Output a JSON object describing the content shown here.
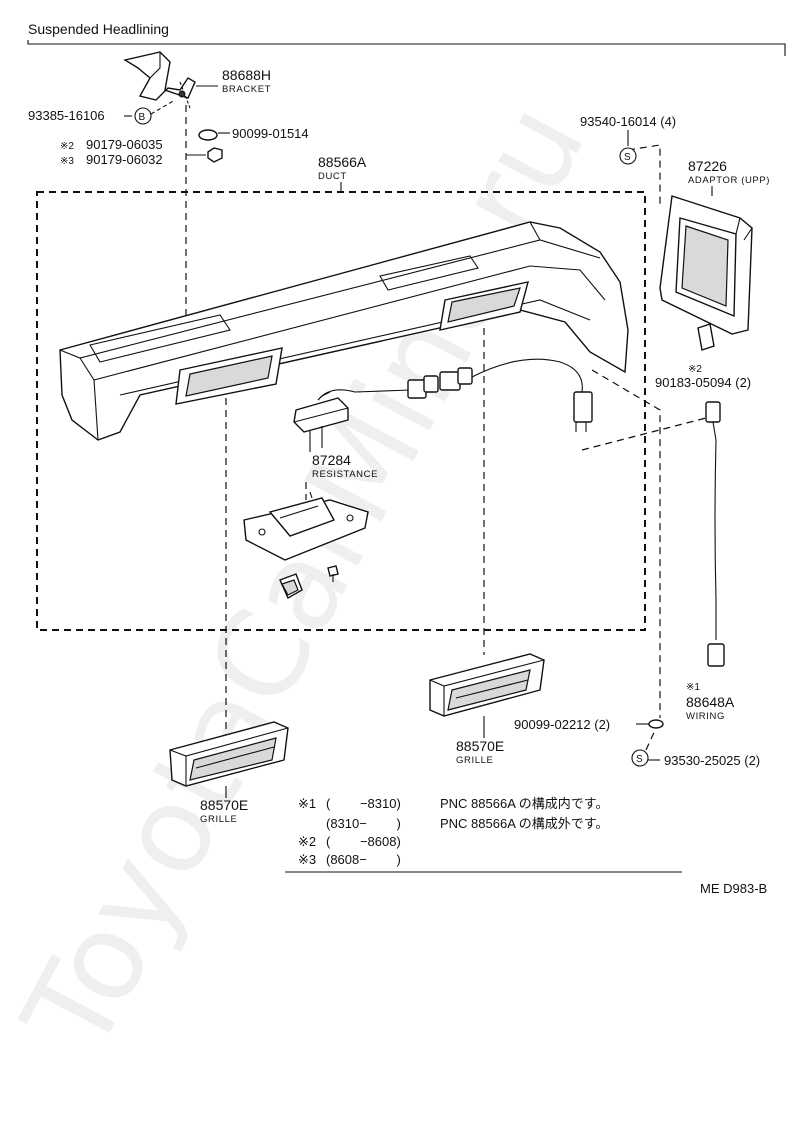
{
  "title": "Suspended Headlining",
  "code": "ME D983-B",
  "watermark": "ToyotaCarMine.ru",
  "parts": {
    "bracket": {
      "pn": "88688H",
      "name": "BRACKET"
    },
    "screw_b": {
      "pn": "93385-16106",
      "symbol": "B"
    },
    "washer_top": {
      "pn": "90099-01514"
    },
    "nut2": {
      "mark": "※2",
      "pn": "90179-06035"
    },
    "nut3": {
      "mark": "※3",
      "pn": "90179-06032"
    },
    "duct": {
      "pn": "88566A",
      "name": "DUCT"
    },
    "screw_s_top": {
      "pn": "93540-16014 (4)",
      "symbol": "S"
    },
    "adaptor": {
      "pn": "87226",
      "name": "ADAPTOR (UPP)"
    },
    "clip": {
      "mark": "※2",
      "pn": "90183-05094 (2)"
    },
    "resistance": {
      "pn": "87284",
      "name": "RESISTANCE"
    },
    "wiring": {
      "mark": "※1",
      "pn": "88648A",
      "name": "WIRING"
    },
    "washer_bottom": {
      "pn": "90099-02212 (2)"
    },
    "screw_s_bottom": {
      "pn": "93530-25025 (2)",
      "symbol": "S"
    },
    "grille_right": {
      "pn": "88570E",
      "name": "GRILLE"
    },
    "grille_left": {
      "pn": "88570E",
      "name": "GRILLE"
    }
  },
  "notes": [
    {
      "mark": "※1",
      "range": "(　　 −8310)",
      "text": "PNC 88566A の構成内です。"
    },
    {
      "mark": "",
      "range": "(8310−　　 )",
      "text": "PNC 88566A の構成外です。"
    },
    {
      "mark": "※2",
      "range": "(　　 −8608)",
      "text": ""
    },
    {
      "mark": "※3",
      "range": "(8608−　　 )",
      "text": ""
    }
  ]
}
